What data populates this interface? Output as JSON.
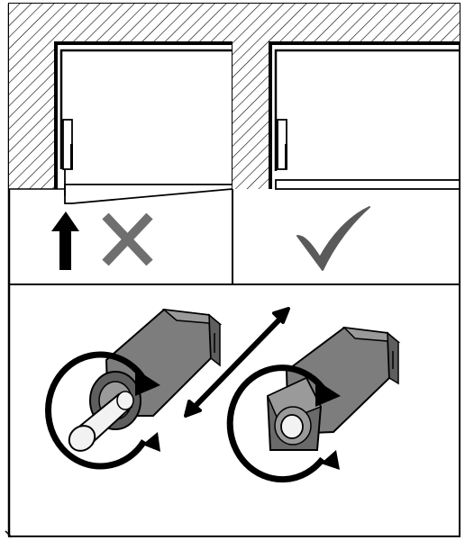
{
  "diagram": {
    "panels": [
      {
        "id": "incorrect",
        "verdict": "wrong",
        "icons": [
          "arrow-up-icon",
          "cross-icon"
        ]
      },
      {
        "id": "correct",
        "verdict": "right",
        "icons": [
          "check-icon"
        ]
      },
      {
        "id": "adjustment",
        "icons": [
          "rotate-arrow-icon",
          "double-arrow-icon",
          "rotate-arrow-icon"
        ]
      }
    ],
    "colors": {
      "stroke": "#000000",
      "background": "#ffffff",
      "cross": "#6f6f6f",
      "check": "#5a5a5a",
      "device_body": "#7d7d7d",
      "device_dark": "#5e5e5e",
      "device_light": "#9a9a9a",
      "pin": "#f2f2f2"
    }
  }
}
